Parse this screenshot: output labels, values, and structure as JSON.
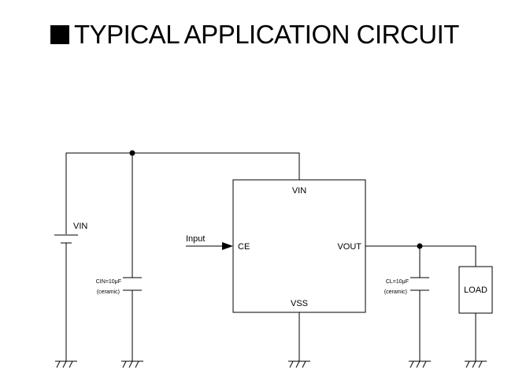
{
  "title": {
    "text": "TYPICAL APPLICATION CIRCUIT"
  },
  "ic": {
    "pins": {
      "vin": "VIN",
      "ce": "CE",
      "vout": "VOUT",
      "vss": "VSS"
    }
  },
  "source": {
    "label": "VIN"
  },
  "input": {
    "label": "Input"
  },
  "cin": {
    "value": "CIN=10μF",
    "type": "(ceramic)"
  },
  "cl": {
    "value": "CL=10μF",
    "type": "(ceramic)"
  },
  "load": {
    "label": "LOAD"
  }
}
